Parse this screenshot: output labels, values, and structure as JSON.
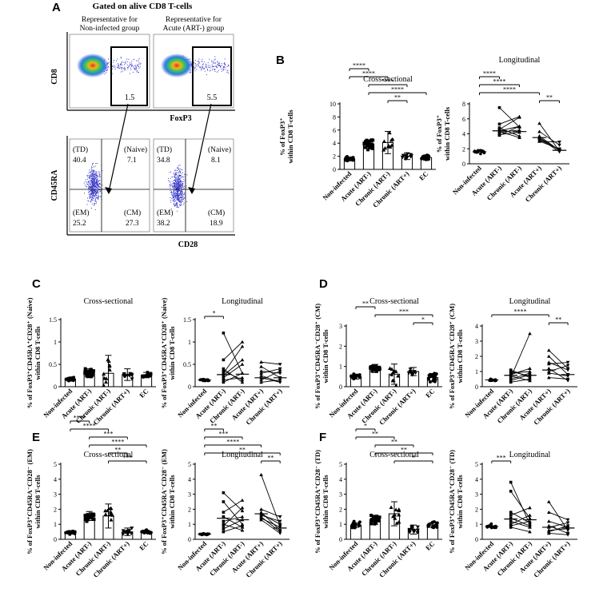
{
  "panelA": {
    "letter": "A",
    "heading": "Gated on alive CD8 T-cells",
    "flow_left_caption": [
      "Representative for",
      "Non-infected group"
    ],
    "flow_right_caption": [
      "Representative for",
      "Acute (ART-) group"
    ],
    "y_top": "CD8",
    "x_top": "FoxP3",
    "top_left_value": "1.5",
    "top_right_value": "5.5",
    "y_bottom": "CD45RA",
    "x_bottom": "CD28",
    "quad_left": {
      "td_label": "(TD)",
      "td_value": "40.4",
      "naive_label": "(Naive)",
      "naive_value": "7.1",
      "em_label": "(EM)",
      "em_value": "25.2",
      "cm_label": "(CM)",
      "cm_value": "27.3"
    },
    "quad_right": {
      "td_label": "(TD)",
      "td_value": "34.8",
      "naive_label": "(Naive)",
      "naive_value": "8.1",
      "em_label": "(EM)",
      "em_value": "38.2",
      "cm_label": "(CM)",
      "cm_value": "18.9"
    }
  },
  "chart_data": [
    {
      "id": "B-cs",
      "panel": "B",
      "type": "scatter",
      "title": "Cross-sectional",
      "ylabel": [
        "% of FoxP3⁺",
        "within CD8 T-cells"
      ],
      "ylim": [
        0,
        10
      ],
      "yticks": [
        0,
        2,
        4,
        6,
        8,
        10
      ],
      "categories": [
        "Non-infected",
        "Acute (ART-)",
        "Chronic (ART-)",
        "Chronic (ART+)",
        "EC"
      ],
      "means": [
        1.6,
        3.9,
        4.1,
        2.0,
        1.8
      ],
      "errors": [
        0.3,
        0.5,
        1.7,
        0.5,
        0.4
      ],
      "markers": [
        "circle",
        "square",
        "triangle",
        "triangle-down",
        "circle"
      ],
      "significance": [
        {
          "from": 0,
          "to": 1,
          "label": "****"
        },
        {
          "from": 0,
          "to": 2,
          "label": "****"
        },
        {
          "from": 1,
          "to": 3,
          "label": "****"
        },
        {
          "from": 1,
          "to": 4,
          "label": "****"
        },
        {
          "from": 2,
          "to": 3,
          "label": "**"
        }
      ]
    },
    {
      "id": "B-lg",
      "panel": "B",
      "type": "line",
      "title": "Longitudinal",
      "ylabel": [
        "% of FoxP3⁺",
        "within CD8 T-cells"
      ],
      "ylim": [
        0,
        8
      ],
      "yticks": [
        0,
        2,
        4,
        6,
        8
      ],
      "categories": [
        "Non-infected",
        "Acute (ART-)",
        "Chronic (ART-)",
        "Acute (ART+)",
        "Chronic (ART+)"
      ],
      "means": [
        1.6,
        4.4,
        4.3,
        3.5,
        1.8
      ],
      "pairs_a": [
        [
          4.4,
          5.0
        ],
        [
          7.5,
          4.9
        ],
        [
          5.3,
          6.3
        ],
        [
          3.9,
          4.2
        ],
        [
          4.8,
          3.7
        ],
        [
          3.8,
          5.0
        ],
        [
          4.6,
          6.2
        ],
        [
          4.3,
          3.5
        ],
        [
          4.2,
          4.5
        ]
      ],
      "pairs_b": [
        [
          3.7,
          1.8
        ],
        [
          4.3,
          2.5
        ],
        [
          3.4,
          1.6
        ],
        [
          5.4,
          1.7
        ],
        [
          3.0,
          2.9
        ],
        [
          3.2,
          1.9
        ],
        [
          3.0,
          2.0
        ],
        [
          3.5,
          1.8
        ]
      ],
      "significance": [
        {
          "from": 0,
          "to": 1,
          "label": "****"
        },
        {
          "from": 0,
          "to": 2,
          "label": "****"
        },
        {
          "from": 0,
          "to": 3,
          "label": "****"
        },
        {
          "from": 3,
          "to": 4,
          "label": "**"
        }
      ]
    },
    {
      "id": "C-cs",
      "panel": "C",
      "type": "scatter",
      "title": "Cross-sectional",
      "ylabel": [
        "% of FoxP3⁺CD45RA⁺CD28⁺ (Naive)",
        "within CD8 T-cells"
      ],
      "ylim": [
        0,
        1.5
      ],
      "yticks": [
        0,
        0.5,
        1,
        1.5
      ],
      "categories": [
        "Non-infected",
        "Acute (ART-)",
        "Chronic (ART-)",
        "Chronic (ART+)",
        "EC"
      ],
      "means": [
        0.17,
        0.3,
        0.3,
        0.27,
        0.26
      ],
      "errors": [
        0.04,
        0.1,
        0.4,
        0.13,
        0.06
      ],
      "markers": [
        "circle",
        "square",
        "triangle",
        "triangle-down",
        "circle"
      ],
      "significance": []
    },
    {
      "id": "C-lg",
      "panel": "C",
      "type": "line",
      "title": "Longitudinal",
      "ylabel": [
        "% of FoxP3⁺CD45RA⁺CD28⁺ (Naive)",
        "within CD8 T-cells"
      ],
      "ylim": [
        0,
        1.5
      ],
      "yticks": [
        0,
        0.5,
        1,
        1.5
      ],
      "categories": [
        "Non-infected",
        "Acute (ART-)",
        "Chronic (ART-)",
        "Acute (ART+)",
        "Chronic (ART+)"
      ],
      "means": [
        0.15,
        0.27,
        0.28,
        0.2,
        0.2
      ],
      "pairs_a": [
        [
          1.2,
          0.3
        ],
        [
          0.6,
          1.0
        ],
        [
          0.3,
          0.9
        ],
        [
          0.2,
          0.5
        ],
        [
          0.15,
          0.2
        ],
        [
          0.4,
          0.1
        ],
        [
          0.25,
          0.6
        ],
        [
          0.1,
          0.3
        ],
        [
          0.35,
          0.15
        ]
      ],
      "pairs_b": [
        [
          0.55,
          0.5
        ],
        [
          0.45,
          0.2
        ],
        [
          0.3,
          0.4
        ],
        [
          0.2,
          0.1
        ],
        [
          0.15,
          0.35
        ],
        [
          0.1,
          0.15
        ],
        [
          0.25,
          0.1
        ],
        [
          0.35,
          0.3
        ]
      ],
      "significance": [
        {
          "from": 0,
          "to": 1,
          "label": "*"
        }
      ]
    },
    {
      "id": "D-cs",
      "panel": "D",
      "type": "scatter",
      "title": "Cross-sectional",
      "ylabel": [
        "% of FoxP3⁺CD45RA⁻CD28⁺ (CM)",
        "within CD8 T-cells"
      ],
      "ylim": [
        0,
        3
      ],
      "yticks": [
        0,
        1,
        2,
        3
      ],
      "categories": [
        "Non-infected",
        "Acute (ART-)",
        "Chronic (ART-)",
        "Chronic (ART+)",
        "EC"
      ],
      "means": [
        0.5,
        0.9,
        0.62,
        0.75,
        0.45
      ],
      "errors": [
        0.12,
        0.2,
        0.5,
        0.2,
        0.2
      ],
      "markers": [
        "circle",
        "square",
        "triangle",
        "triangle-down",
        "circle"
      ],
      "significance": [
        {
          "from": 0,
          "to": 1,
          "label": "**"
        },
        {
          "from": 1,
          "to": 4,
          "label": "***"
        },
        {
          "from": 3,
          "to": 4,
          "label": "*"
        }
      ]
    },
    {
      "id": "D-lg",
      "panel": "D",
      "type": "line",
      "title": "Longitudinal",
      "ylabel": [
        "% of FoxP3⁺CD45RA⁻CD28⁺ (CM)",
        "within CD8 T-cells"
      ],
      "ylim": [
        0,
        4
      ],
      "yticks": [
        0,
        1,
        2,
        3,
        4
      ],
      "categories": [
        "Non-infected",
        "Acute (ART-)",
        "Chronic (ART-)",
        "Acute (ART+)",
        "Chronic (ART+)"
      ],
      "means": [
        0.45,
        0.75,
        0.75,
        1.1,
        0.8
      ],
      "pairs_a": [
        [
          0.6,
          3.5
        ],
        [
          1.0,
          0.7
        ],
        [
          0.8,
          1.2
        ],
        [
          0.5,
          0.9
        ],
        [
          0.7,
          0.4
        ],
        [
          1.1,
          0.6
        ],
        [
          0.4,
          0.8
        ],
        [
          0.9,
          1.0
        ],
        [
          0.3,
          0.5
        ]
      ],
      "pairs_b": [
        [
          2.4,
          1.2
        ],
        [
          2.0,
          0.8
        ],
        [
          1.5,
          1.6
        ],
        [
          1.2,
          0.4
        ],
        [
          0.9,
          0.7
        ],
        [
          1.0,
          1.4
        ],
        [
          0.6,
          0.5
        ],
        [
          1.6,
          1.1
        ]
      ],
      "significance": [
        {
          "from": 0,
          "to": 3,
          "label": "****"
        },
        {
          "from": 3,
          "to": 4,
          "label": "**"
        }
      ]
    },
    {
      "id": "E-cs",
      "panel": "E",
      "type": "scatter",
      "title": "Cross-sectional",
      "ylabel": [
        "% of FoxP3⁺CD45RA⁻CD28⁻ (EM)",
        "within CD8 T-cells"
      ],
      "ylim": [
        0,
        5
      ],
      "yticks": [
        0,
        1,
        2,
        3,
        4,
        5
      ],
      "categories": [
        "Non-infected",
        "Acute (ART-)",
        "Chronic (ART-)",
        "Chronic (ART+)",
        "EC"
      ],
      "means": [
        0.45,
        1.55,
        1.55,
        0.5,
        0.5
      ],
      "errors": [
        0.1,
        0.3,
        0.8,
        0.25,
        0.1
      ],
      "markers": [
        "circle",
        "square",
        "triangle",
        "triangle-down",
        "circle"
      ],
      "significance": [
        {
          "from": 0,
          "to": 1,
          "label": "****"
        },
        {
          "from": 0,
          "to": 2,
          "label": "****"
        },
        {
          "from": 1,
          "to": 3,
          "label": "***"
        },
        {
          "from": 1,
          "to": 4,
          "label": "****"
        },
        {
          "from": 2,
          "to": 3,
          "label": "**"
        },
        {
          "from": 2,
          "to": 4,
          "label": "***"
        }
      ]
    },
    {
      "id": "E-lg",
      "panel": "E",
      "type": "line",
      "title": "Longitudinal",
      "ylabel": [
        "% of FoxP3⁺CD45RA⁻CD28⁻ (EM)",
        "within CD8 T-cells"
      ],
      "ylim": [
        0,
        5
      ],
      "yticks": [
        0,
        1,
        2,
        3,
        4,
        5
      ],
      "categories": [
        "Non-infected",
        "Acute (ART-)",
        "Chronic (ART-)",
        "Acute (ART+)",
        "Chronic (ART+)"
      ],
      "means": [
        0.35,
        1.4,
        1.3,
        1.7,
        0.75
      ],
      "pairs_a": [
        [
          3.1,
          1.9
        ],
        [
          2.5,
          1.0
        ],
        [
          1.8,
          2.6
        ],
        [
          1.5,
          0.8
        ],
        [
          1.2,
          1.5
        ],
        [
          0.9,
          2.1
        ],
        [
          1.0,
          0.6
        ],
        [
          0.7,
          1.3
        ],
        [
          0.5,
          0.9
        ]
      ],
      "pairs_b": [
        [
          4.3,
          0.9
        ],
        [
          1.8,
          0.6
        ],
        [
          1.6,
          1.2
        ],
        [
          1.5,
          0.5
        ],
        [
          2.0,
          1.5
        ],
        [
          1.3,
          0.4
        ],
        [
          1.7,
          1.0
        ],
        [
          1.4,
          0.8
        ]
      ],
      "significance": [
        {
          "from": 0,
          "to": 1,
          "label": "**"
        },
        {
          "from": 0,
          "to": 2,
          "label": "***"
        },
        {
          "from": 0,
          "to": 3,
          "label": "****"
        },
        {
          "from": 0,
          "to": 4,
          "label": "**"
        },
        {
          "from": 3,
          "to": 4,
          "label": "**"
        }
      ]
    },
    {
      "id": "F-cs",
      "panel": "F",
      "type": "scatter",
      "title": "Cross-sectional",
      "ylabel": [
        "% of FoxP3⁺CD45RA⁺CD28⁻ (TD)",
        "within CD8 T-cells"
      ],
      "ylim": [
        0,
        5
      ],
      "yticks": [
        0,
        1,
        2,
        3,
        4,
        5
      ],
      "categories": [
        "Non-infected",
        "Acute (ART-)",
        "Chronic (ART-)",
        "Chronic (ART+)",
        "EC"
      ],
      "means": [
        0.95,
        1.3,
        1.7,
        0.65,
        0.95
      ],
      "errors": [
        0.15,
        0.3,
        0.8,
        0.3,
        0.15
      ],
      "markers": [
        "circle",
        "square",
        "triangle",
        "triangle-down",
        "circle"
      ],
      "significance": [
        {
          "from": 0,
          "to": 1,
          "label": "*"
        },
        {
          "from": 0,
          "to": 2,
          "label": "**"
        },
        {
          "from": 1,
          "to": 3,
          "label": "**"
        },
        {
          "from": 1,
          "to": 4,
          "label": "**"
        },
        {
          "from": 2,
          "to": 4,
          "label": "*"
        }
      ]
    },
    {
      "id": "F-lg",
      "panel": "F",
      "type": "line",
      "title": "Longitudinal",
      "ylabel": [
        "% of FoxP3⁺CD45RA⁺CD28⁻ (TD)",
        "within CD8 T-cells"
      ],
      "ylim": [
        0,
        5
      ],
      "yticks": [
        0,
        1,
        2,
        3,
        4,
        5
      ],
      "categories": [
        "Non-infected",
        "Acute (ART-)",
        "Chronic (ART-)",
        "Acute (ART+)",
        "Chronic (ART+)"
      ],
      "means": [
        0.85,
        1.35,
        1.3,
        0.8,
        0.75
      ],
      "pairs_a": [
        [
          3.8,
          1.0
        ],
        [
          3.2,
          1.4
        ],
        [
          1.6,
          2.1
        ],
        [
          1.2,
          0.8
        ],
        [
          1.0,
          1.6
        ],
        [
          1.4,
          0.9
        ],
        [
          0.9,
          1.2
        ],
        [
          1.8,
          1.1
        ],
        [
          0.8,
          0.5
        ]
      ],
      "pairs_b": [
        [
          2.5,
          0.6
        ],
        [
          1.8,
          1.3
        ],
        [
          1.2,
          0.8
        ],
        [
          0.8,
          1.1
        ],
        [
          0.5,
          0.9
        ],
        [
          0.9,
          0.4
        ],
        [
          0.6,
          0.7
        ],
        [
          0.4,
          0.3
        ]
      ],
      "significance": [
        {
          "from": 0,
          "to": 1,
          "label": "***"
        }
      ]
    }
  ]
}
